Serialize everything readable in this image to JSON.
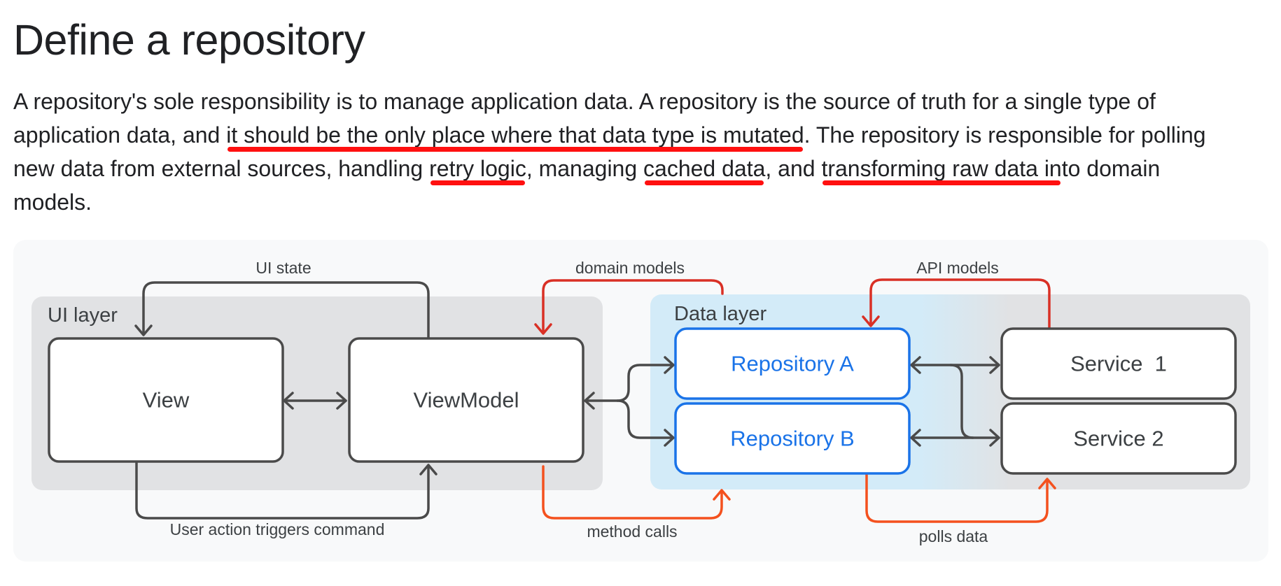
{
  "heading": "Define a repository",
  "paragraph": {
    "lines": [
      [
        {
          "t": "A repository's sole responsibility is to manage application data. A repository is the source of truth for a single type of",
          "hl": false
        }
      ],
      [
        {
          "t": "application data, and ",
          "hl": false
        },
        {
          "t": "it should be the only place where that data type is mutated",
          "hl": true
        },
        {
          "t": ". The repository is responsible for polling",
          "hl": false
        }
      ],
      [
        {
          "t": "new data from external sources, handling ",
          "hl": false
        },
        {
          "t": "retry logic",
          "hl": true
        },
        {
          "t": ", managing ",
          "hl": false
        },
        {
          "t": "cached data",
          "hl": true
        },
        {
          "t": ", and ",
          "hl": false
        },
        {
          "t": "transforming raw data in",
          "hl": true
        },
        {
          "t": "to domain",
          "hl": false
        }
      ],
      [
        {
          "t": "models.",
          "hl": false
        }
      ]
    ]
  },
  "diagram": {
    "ui_layer_label": "UI layer",
    "data_layer_label": "Data layer",
    "boxes": {
      "view": "View",
      "viewmodel": "ViewModel",
      "repo_a": "Repository A",
      "repo_b": "Repository B",
      "service_1": "Service  1",
      "service_2": "Service 2"
    },
    "labels": {
      "ui_state": "UI state",
      "user_action": "User action triggers command",
      "domain_models": "domain models",
      "method_calls": "method calls",
      "api_models": "API models",
      "polls_data": "polls data"
    },
    "colors": {
      "text": "#202124",
      "dark_stroke": "#4a4a4a",
      "box_label": "#3c4043",
      "repo_blue": "#1a73e8",
      "red_arrow": "#d93025",
      "orange_arrow": "#f4511e",
      "ui_layer_bg": "#e1e2e4",
      "data_layer_bg": "#d3ebf8",
      "underline": "#ff1010"
    }
  }
}
